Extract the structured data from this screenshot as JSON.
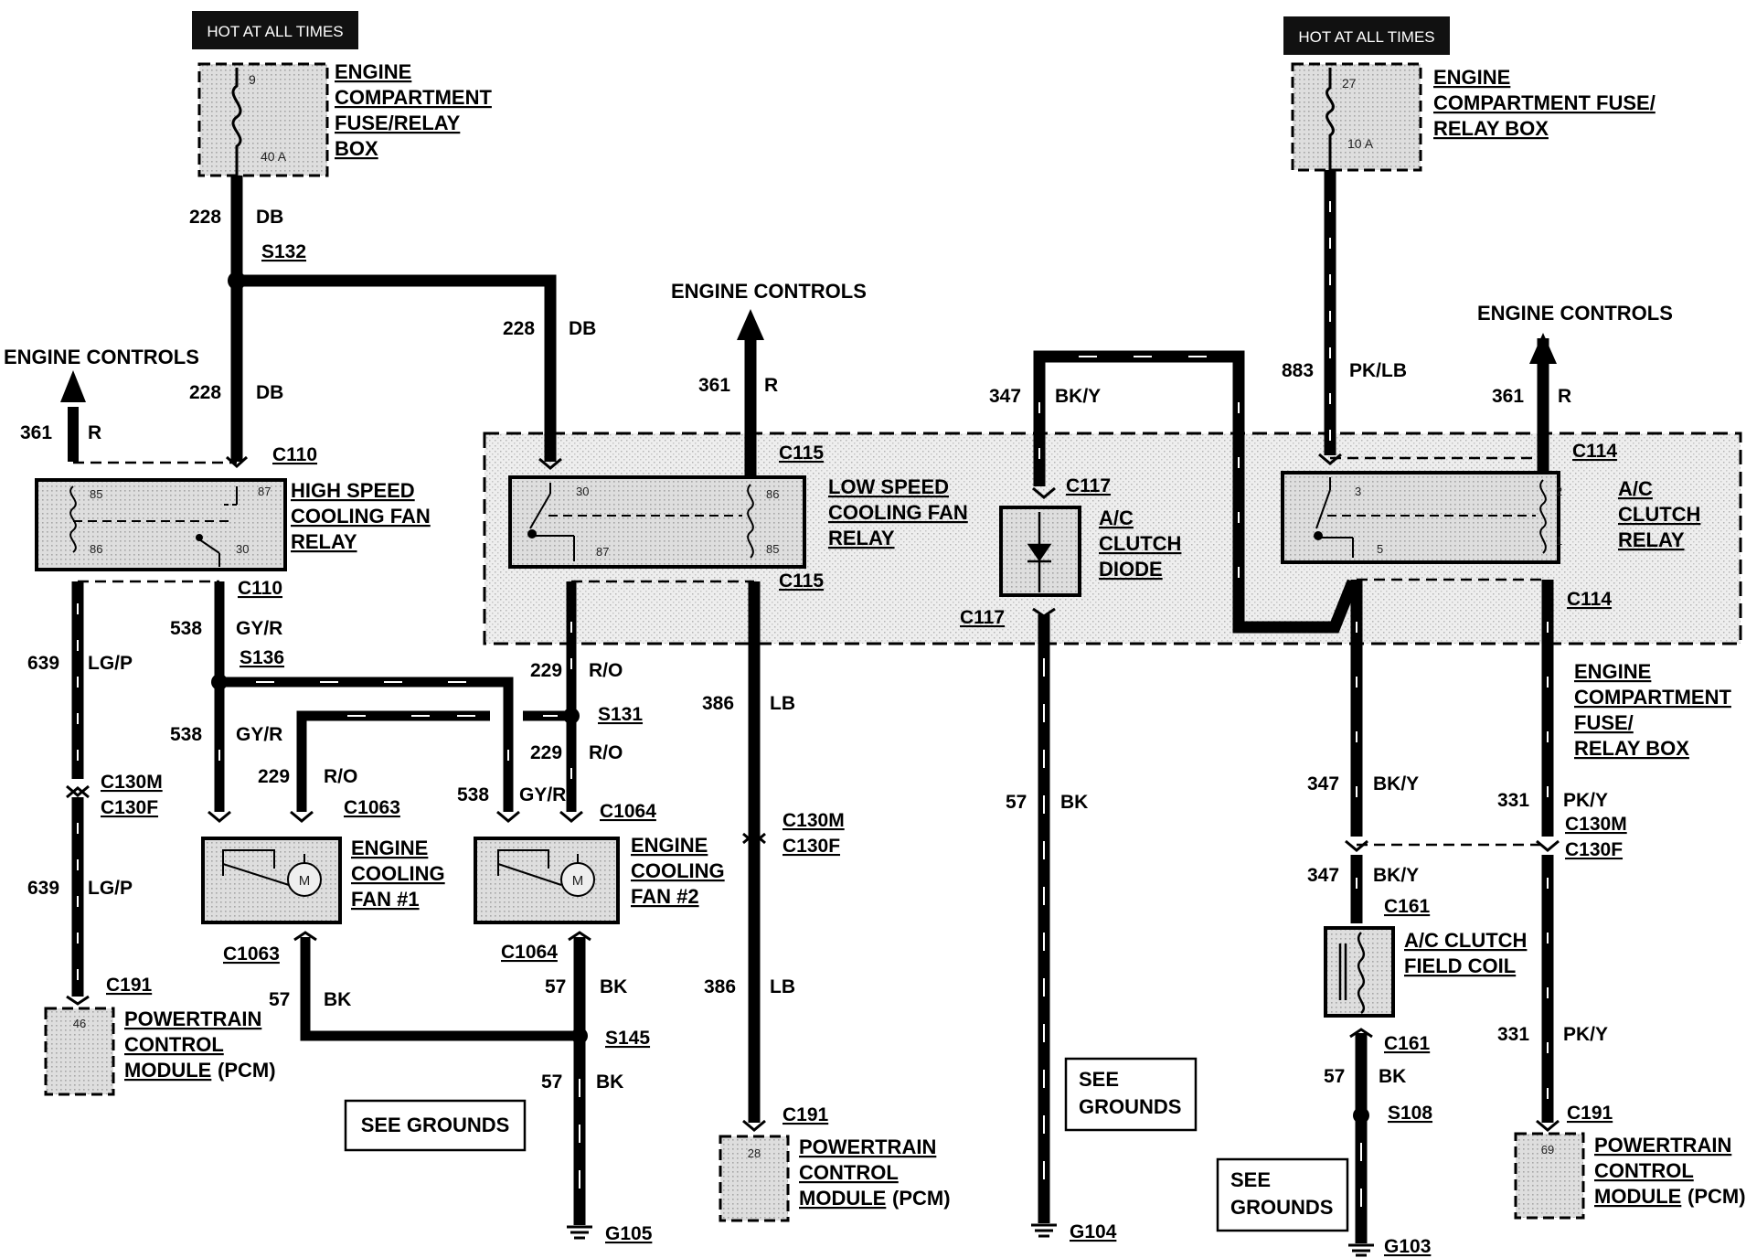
{
  "hot_label": "HOT AT ALL TIMES",
  "engine_controls": "ENGINE CONTROLS",
  "see_grounds": "SEE GROUNDS",
  "see": "SEE",
  "grounds": "GROUNDS",
  "fusebox_left": {
    "line1": "ENGINE",
    "line2": "COMPARTMENT",
    "line3": "FUSE/RELAY",
    "line4": "BOX",
    "fuse_no": "9",
    "rating": "40 A"
  },
  "fusebox_right": {
    "line1": "ENGINE",
    "line2": "COMPARTMENT FUSE/",
    "line3": "RELAY BOX",
    "fuse_no": "27",
    "rating": "10 A"
  },
  "hs_relay": {
    "line1": "HIGH SPEED",
    "line2": "COOLING FAN",
    "line3": "RELAY",
    "pins": [
      "85",
      "86",
      "87",
      "30"
    ]
  },
  "ls_relay": {
    "line1": "LOW SPEED",
    "line2": "COOLING FAN",
    "line3": "RELAY",
    "pins": [
      "30",
      "87",
      "86",
      "85"
    ]
  },
  "ac_relay": {
    "line1": "A/C",
    "line2": "CLUTCH",
    "line3": "RELAY",
    "pins": [
      "3",
      "5",
      "2",
      "1"
    ]
  },
  "ac_diode": {
    "line1": "A/C",
    "line2": "CLUTCH",
    "line3": "DIODE"
  },
  "ac_coil": {
    "line1": "A/C CLUTCH",
    "line2": "FIELD COIL"
  },
  "fan1": {
    "line1": "ENGINE",
    "line2": "COOLING",
    "line3": "FAN #1",
    "motor": "M"
  },
  "fan2": {
    "line1": "ENGINE",
    "line2": "COOLING",
    "line3": "FAN #2",
    "motor": "M"
  },
  "pcm": {
    "line1": "POWERTRAIN",
    "line2": "CONTROL",
    "line3": "MODULE",
    "suffix": "(PCM)",
    "pins": [
      "46",
      "28",
      "69"
    ]
  },
  "fusebox_right_lower": {
    "line1": "ENGINE",
    "line2": "COMPARTMENT",
    "line3": "FUSE/",
    "line4": "RELAY BOX"
  },
  "wires": {
    "w228": "228",
    "db": "DB",
    "w361": "361",
    "r": "R",
    "w639": "639",
    "lgp": "LG/P",
    "w538": "538",
    "gyr": "GY/R",
    "w229": "229",
    "ro": "R/O",
    "w57": "57",
    "bk": "BK",
    "w386": "386",
    "lb": "LB",
    "w347": "347",
    "bky": "BK/Y",
    "w883": "883",
    "pklb": "PK/LB",
    "w331": "331",
    "pky": "PK/Y"
  },
  "connectors": {
    "s132": "S132",
    "s136": "S136",
    "s131": "S131",
    "s145": "S145",
    "s108": "S108",
    "c110": "C110",
    "c115": "C115",
    "c117": "C117",
    "c114": "C114",
    "c130m": "C130M",
    "c130f": "C130F",
    "c1063": "C1063",
    "c1064": "C1064",
    "c191": "C191",
    "c161": "C161",
    "g105": "G105",
    "g104": "G104",
    "g103": "G103"
  }
}
